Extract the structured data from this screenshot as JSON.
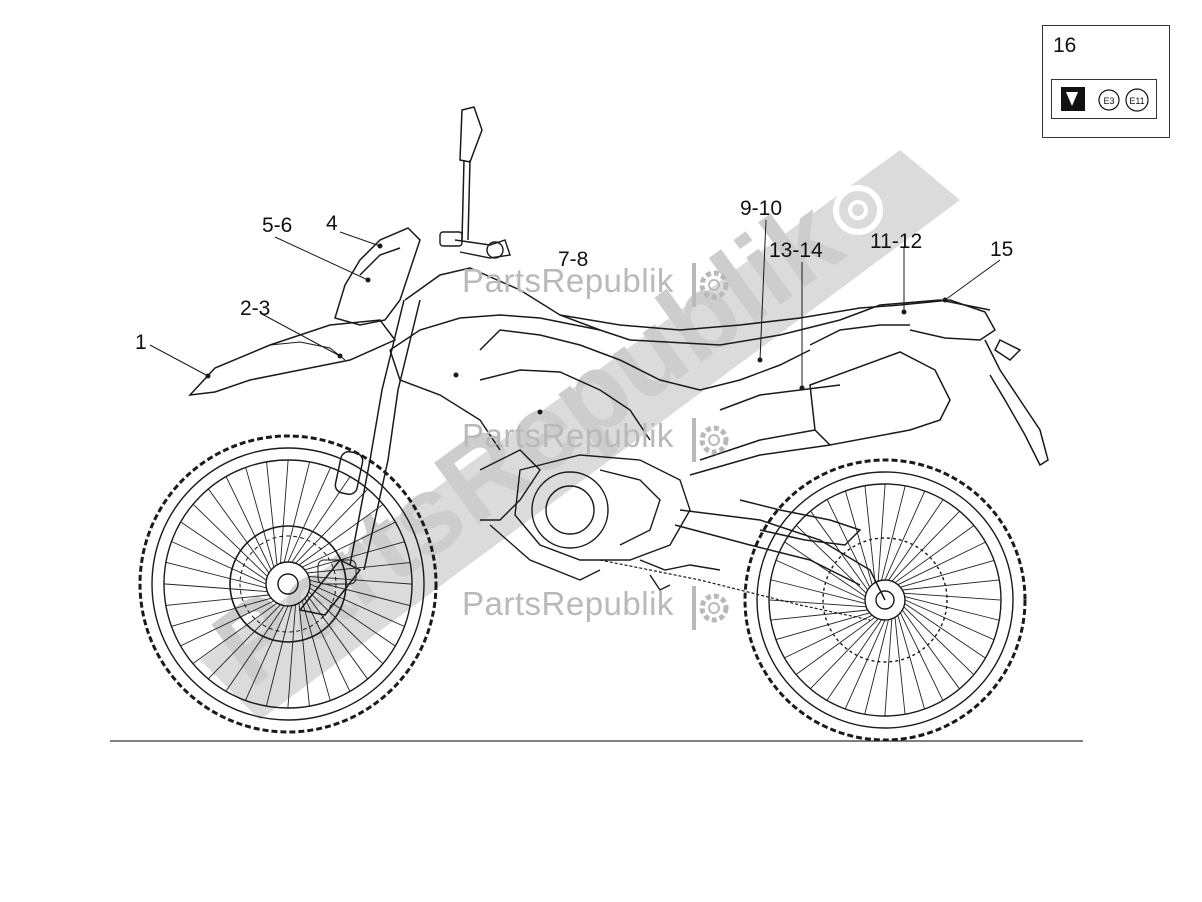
{
  "callouts": {
    "c1": "1",
    "c23": "2-3",
    "c4": "4",
    "c56": "5-6",
    "c78": "7-8",
    "c910": "9-10",
    "c1314": "13-14",
    "c1112": "11-12",
    "c15": "15",
    "c16": "16"
  },
  "legend_box": {
    "marks": [
      "E3",
      "E11"
    ]
  },
  "watermark": {
    "brand": "PartsRepublik",
    "diagonal": "PartsRepublik"
  },
  "colors": {
    "line": "#1a1a1a",
    "watermark": "#b9b9b9",
    "background": "#ffffff"
  },
  "icons": [
    "gear-icon",
    "mirror-icon",
    "headlight-icon",
    "approval-mark-icon"
  ]
}
